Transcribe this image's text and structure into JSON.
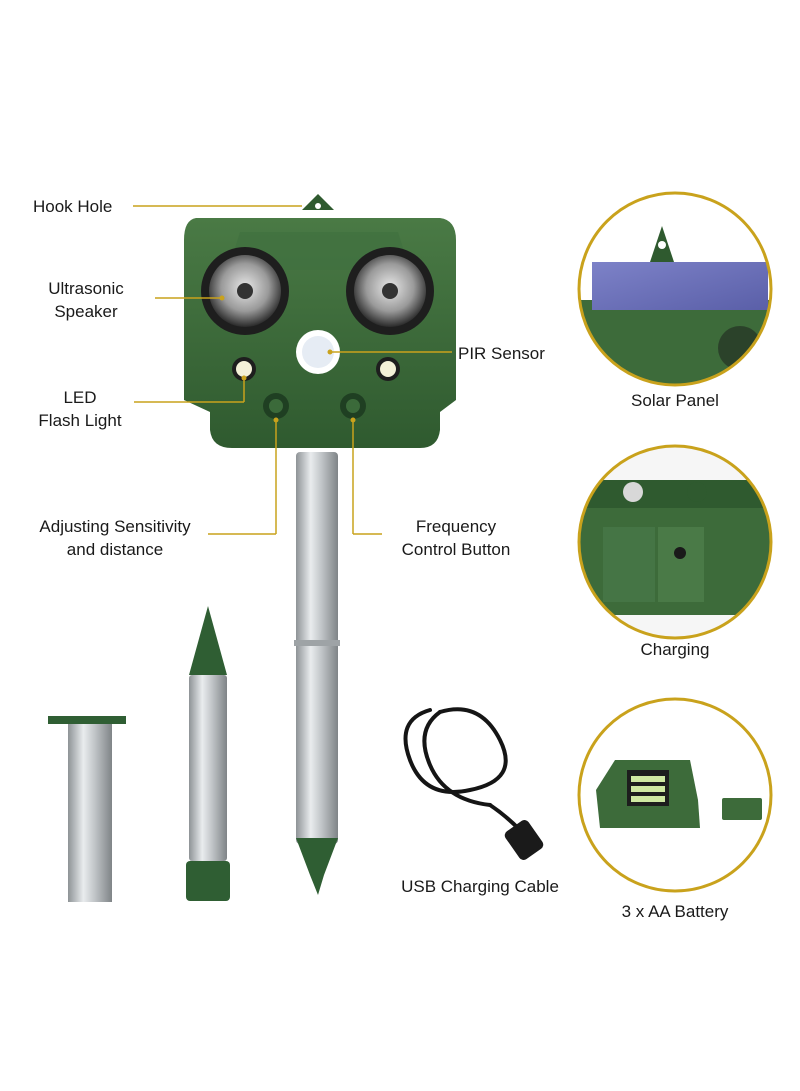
{
  "callouts": {
    "hook_hole": "Hook Hole",
    "ultrasonic_line1": "Ultrasonic",
    "ultrasonic_line2": "Speaker",
    "led_line1": "LED",
    "led_line2": "Flash Light",
    "pir_sensor": "PIR Sensor",
    "sensitivity_line1": "Adjusting Sensitivity",
    "sensitivity_line2": "and distance",
    "frequency_line1": "Frequency",
    "frequency_line2": "Control Button"
  },
  "insets": {
    "solar_panel": "Solar Panel",
    "charging": "Charging",
    "battery": "3 x AA Battery"
  },
  "accessories": {
    "usb_cable": "USB Charging Cable"
  },
  "colors": {
    "device_green": "#3d6b3a",
    "leader_gold": "#c9a21c",
    "metal_silver": "#c4c7c9"
  },
  "icons": [
    "hook-icon",
    "speaker-icon",
    "led-icon",
    "pir-sensor-icon",
    "knob-icon",
    "solar-panel-icon",
    "charging-port-icon",
    "battery-icon",
    "usb-cable-icon"
  ]
}
